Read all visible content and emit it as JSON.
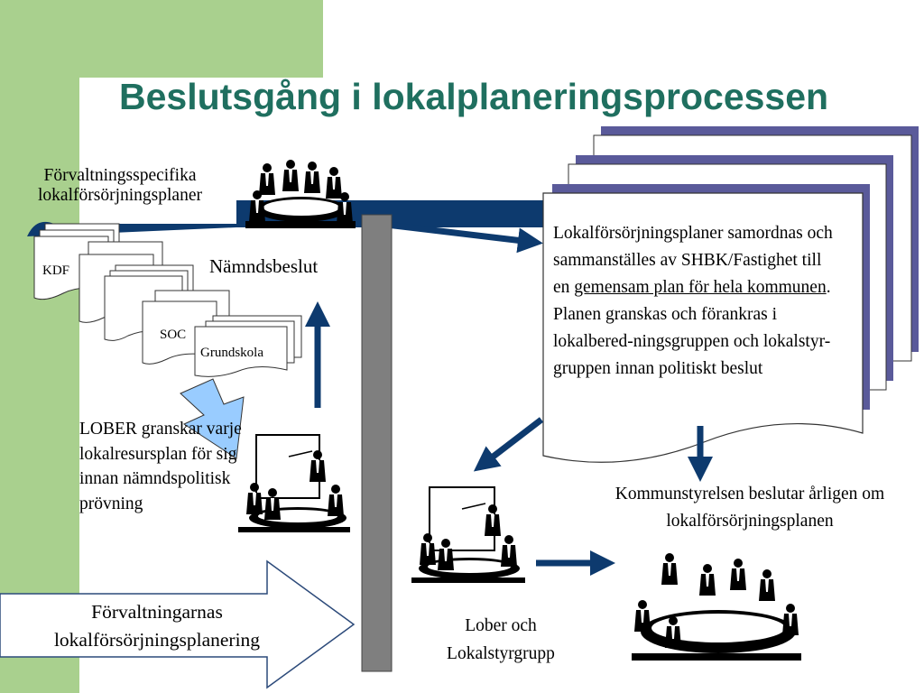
{
  "title": "Beslutsgång i lokalplaneringsprocessen",
  "labels": {
    "forvaltningsspecifika": "Förvaltningsspecifika lokalförsörjningsplaner",
    "namndsbeslut": "Nämndsbeslut",
    "lober_granskar": "LOBER granskar varje lokalresursplan för sig innan nämndspolitisk prövning",
    "kommunstyrelsen": "Kommunstyrelsen beslutar årligen om lokalförsörjningsplanen",
    "lober_lokalstyrgrupp": "Lober och Lokalstyrgrupp",
    "forvaltningarnas": "Förvaltningarnas lokalförsörjningsplanering"
  },
  "main_document": {
    "part1": "Lokalförsörjningsplaner samordnas och sammanställes av SHBK/Fastighet till en ",
    "underlined": "gemensam plan för hela kommunen",
    "part2": ". Planen granskas och förankras i lokalbered-ningsgruppen och lokalstyr-gruppen innan politiskt beslut"
  },
  "document_labels": {
    "kdf": "KDF",
    "soc": "SOC",
    "grundskola": "Grundskola"
  },
  "colors": {
    "title": "#1f6f5f",
    "green_band": "#a9d08e",
    "navy": "#0d3a6e",
    "doc_shadow": "#5a5a9a",
    "gray_pillar": "#7f7f7f",
    "light_blue_arrow": "#99ccff"
  },
  "icons": [
    "meeting-group-icon",
    "presentation-meeting-icon",
    "board-meeting-icon"
  ]
}
